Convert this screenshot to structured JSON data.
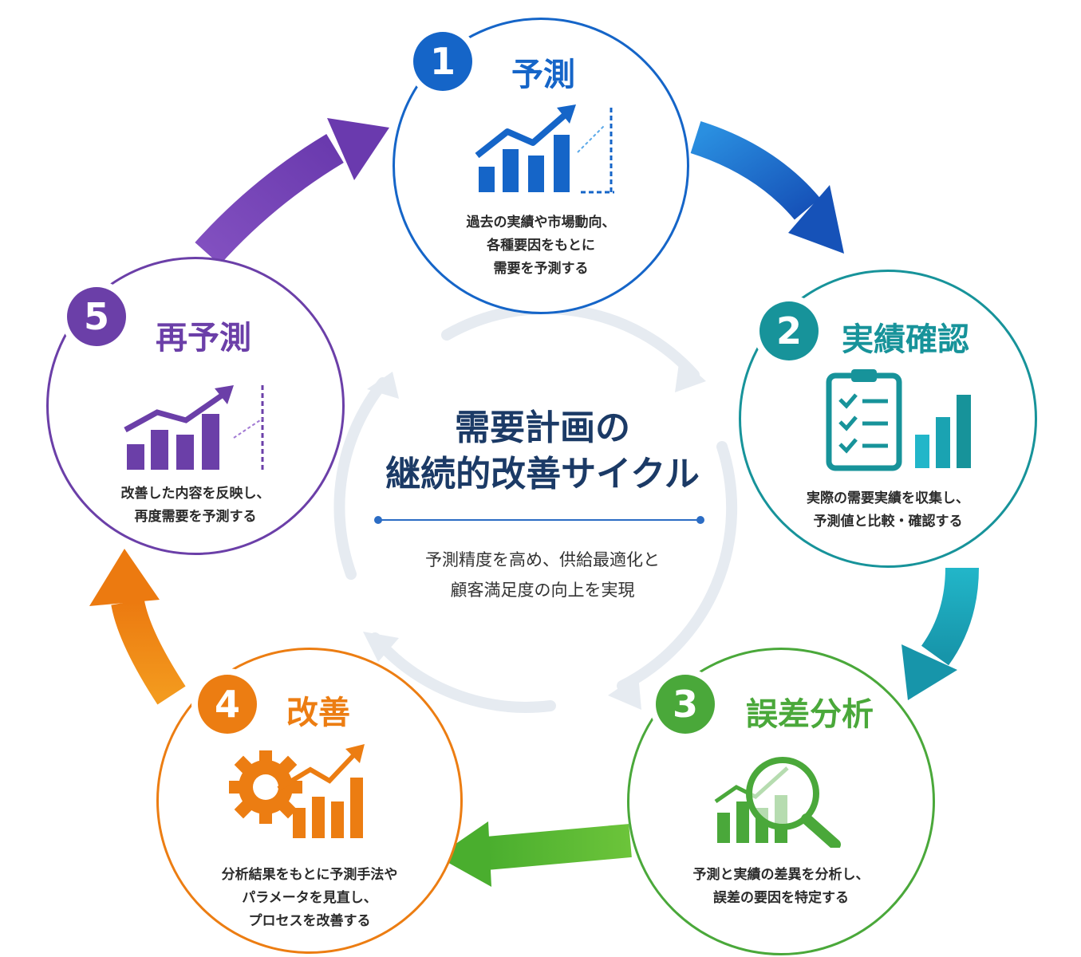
{
  "center": {
    "title_line1": "需要計画の",
    "title_line2": "継続的改善サイクル",
    "description": "予測精度を高め、供給最適化と\n顧客満足度の向上を実現"
  },
  "stages": [
    {
      "number": "1",
      "title": "予測",
      "description": "過去の実績や市場動向、\n各種要因をもとに\n需要を予測する",
      "color": "#1565c8",
      "icon": "forecast-chart-icon"
    },
    {
      "number": "2",
      "title": "実績確認",
      "description": "実際の需要実績を収集し、\n予測値と比較・確認する",
      "color": "#17939a",
      "icon": "clipboard-checklist-icon"
    },
    {
      "number": "3",
      "title": "誤差分析",
      "description": "予測と実績の差異を分析し、\n誤差の要因を特定する",
      "color": "#4aa83a",
      "icon": "magnifier-chart-icon"
    },
    {
      "number": "4",
      "title": "改善",
      "description": "分析結果をもとに予測手法や\nパラメータを見直し、\nプロセスを改善する",
      "color": "#ec7d12",
      "icon": "gear-chart-icon"
    },
    {
      "number": "5",
      "title": "再予測",
      "description": "改善した内容を反映し、\n再度需要を予測する",
      "color": "#6b3fa8",
      "icon": "reforecast-chart-icon"
    }
  ]
}
